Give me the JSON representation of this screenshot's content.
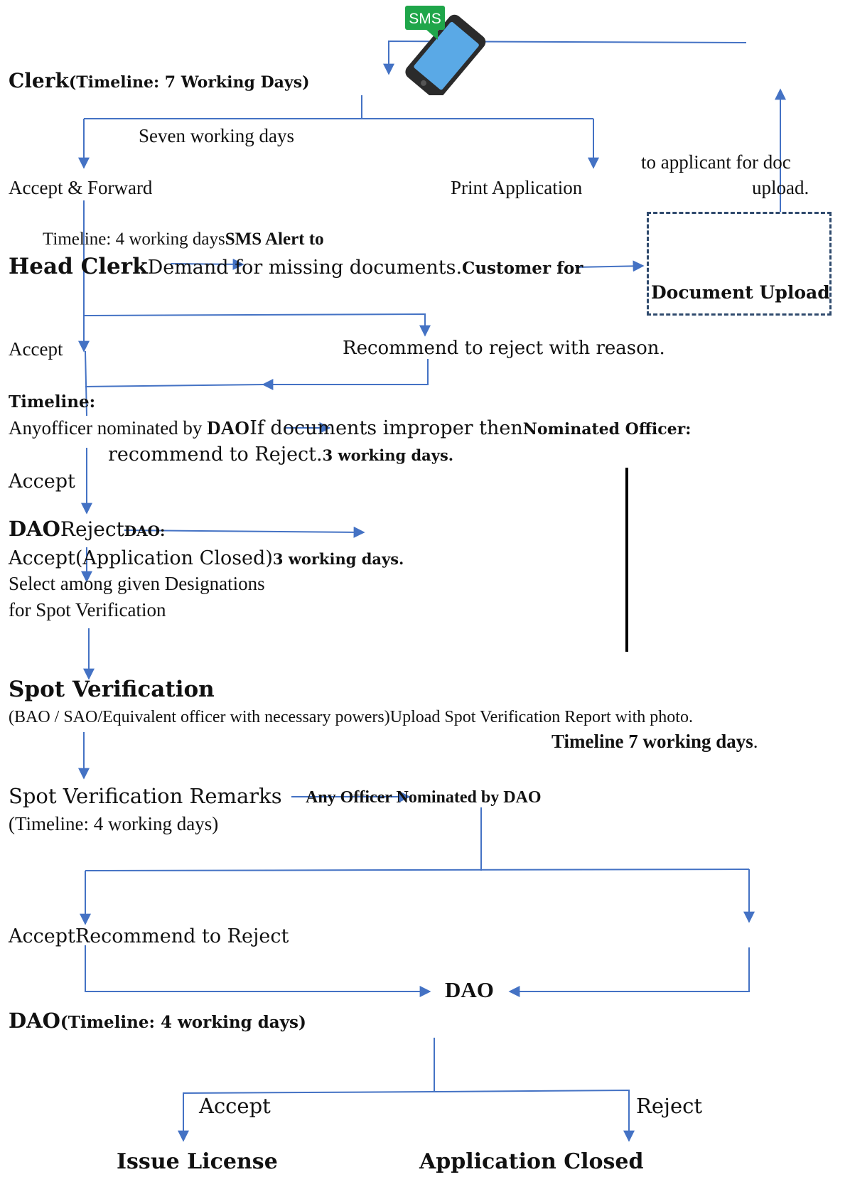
{
  "colors": {
    "arrow": "#4472c4",
    "box_border": "#2f4a6d",
    "text": "#111111",
    "sms_badge": "#1fa64a",
    "phone_screen": "#5aa9e6"
  },
  "icons": {
    "sms_phone": "sms-phone-icon"
  },
  "sms_badge": "SMS",
  "clerk": {
    "role": "Clerk",
    "timeline": "(Timeline: 7 Working Days)"
  },
  "seven_working_days": "Seven working  days",
  "accept_forward": "Accept & Forward",
  "print_application": "Print Application",
  "applicant_note_line1": "to applicant for doc",
  "applicant_note_line2": "upload.",
  "head_clerk": {
    "timeline": "Timeline: 4 working days",
    "sms_alert": "SMS Alert to",
    "role": "Head Clerk",
    "demand": "Demand for missing documents.",
    "customer_for": "Customer for"
  },
  "document_upload": "Document Upload",
  "accept_1": "Accept",
  "recommend_reject_reason": "Recommend to reject with reason.",
  "nominated": {
    "timeline": "Timeline:",
    "any_officer": "Anyofficer nominated by ",
    "dao": "DAO",
    "if_improper": "If documents improper then",
    "officer_label": "Nominated Officer:",
    "recommend": "recommend to Reject.",
    "days": "3 working days."
  },
  "accept_2": "Accept",
  "dao_stage": {
    "role": "DAO",
    "reject": "Reject",
    "dao_colon": "DAO:",
    "accept_closed": "Accept(Application Closed)",
    "days": "3 working days.",
    "select_line1": "Select among given Designations",
    "select_line2": "for Spot Verification"
  },
  "spot": {
    "title": "Spot Verification",
    "officers": "(BAO / SAO/Equivalent officer with necessary powers)",
    "upload": "Upload Spot Verification Report with photo.",
    "timeline": "Timeline 7 working days",
    "period": "."
  },
  "remarks": {
    "title": "Spot Verification Remarks",
    "nominated": "Any Officer Nominated by DAO",
    "timeline": "(Timeline: 4 working days)"
  },
  "accept_recommend": {
    "accept": "Accept",
    "recommend": "Recommend to Reject"
  },
  "dao_center": "DAO",
  "dao_final": {
    "role": "DAO",
    "timeline": "(Timeline: 4 working days)"
  },
  "final": {
    "accept": "Accept",
    "reject": "Reject",
    "issue": "Issue License",
    "closed": "Application Closed"
  }
}
